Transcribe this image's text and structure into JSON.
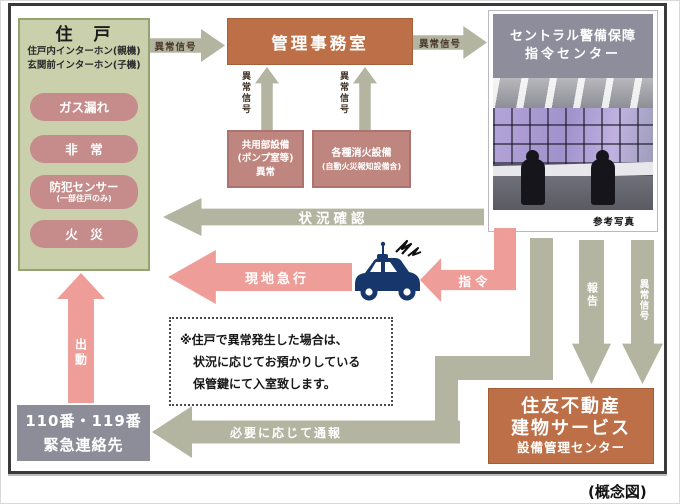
{
  "caption": "(概念図)",
  "unit_box": {
    "title": "住　戸",
    "lines": [
      "住戸内インターホン(親機)",
      "玄関前インターホン(子機)"
    ],
    "alarms": {
      "gas": "ガス漏れ",
      "emergency": "非　常",
      "security": "防犯センサー",
      "security_sub": "(一部住戸のみ)",
      "fire": "火　災"
    }
  },
  "management_office": {
    "label": "管理事務室"
  },
  "central_center": {
    "name_line1": "セントラル警備保障",
    "name_line2": "指令センター",
    "photo_caption": "参考写真"
  },
  "equipment": {
    "common": {
      "line1": "共用部設備",
      "line2": "(ポンプ室等)",
      "line3": "異常"
    },
    "fire": {
      "line1": "各種消火設備",
      "line2": "(自動火災報知設備含)"
    }
  },
  "labels": {
    "signal_unit_to_office": "異常信号",
    "signal_office_to_central": "異常信号",
    "signal_common_up": "異常信号",
    "signal_fire_up": "異常信号",
    "status_check": "状況確認",
    "rush_to_site": "現地急行",
    "command": "指令",
    "dispatch": "出動",
    "report": "報告",
    "signal_down": "異常信号",
    "notify": "必要に応じて通報"
  },
  "note": {
    "lines": [
      "※住戸で異常発生した場合は、",
      "状況に応じてお預かりしている",
      "保管鍵にて入室致します。"
    ]
  },
  "emergency_contact": {
    "line1": "110番・119番",
    "line2": "緊急連絡先"
  },
  "sumitomo": {
    "line1": "住友不動産",
    "line2": "建物サービス",
    "line3": "設備管理センター"
  },
  "colors": {
    "accent_orange": "#bd6f48",
    "unit_green": "#c9d0ab",
    "alarm_pink": "#c68b8b",
    "equip_pink": "#bf867f",
    "arrow_gray": "#b3b5a1",
    "arrow_pink": "#ee9d98",
    "slate_gray": "#8d8d99",
    "car_navy": "#17366b"
  }
}
